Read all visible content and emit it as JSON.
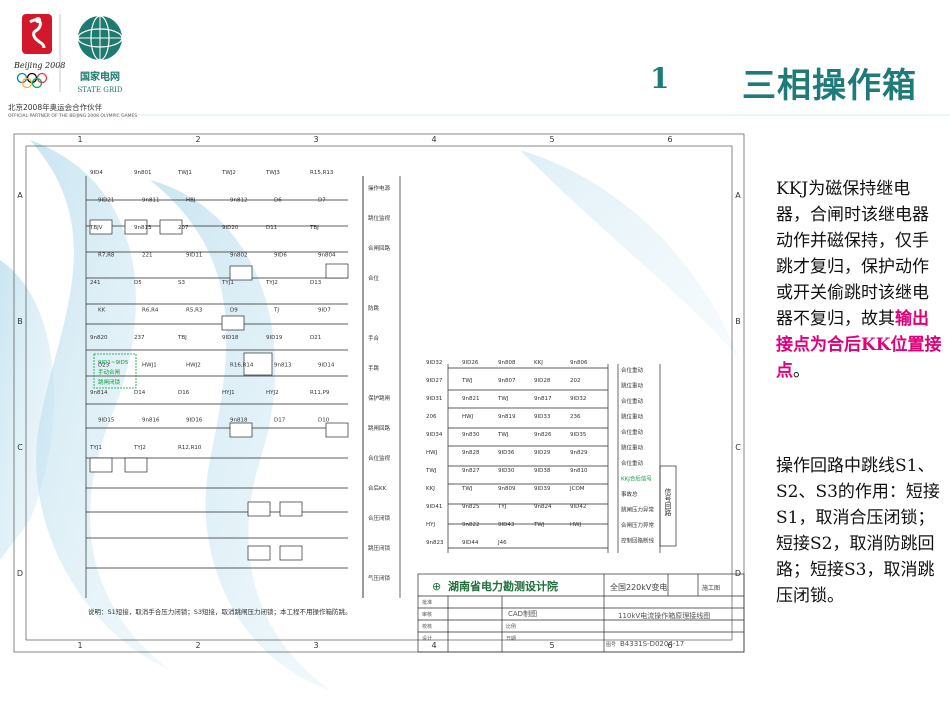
{
  "logo": {
    "beijing_text": "Beijing 2008",
    "grid_cn": "国家电网",
    "grid_en": "STATE GRID",
    "partner_cn": "北京2008年奥运会合作伙伴",
    "partner_en": "OFFICIAL PARTNER OF THE BEIJING 2008 OLYMPIC GAMES"
  },
  "title": {
    "number": "1",
    "text": "三相操作箱"
  },
  "colors": {
    "title": "#1f7a7a",
    "highlight": "#e0007a",
    "grid_blue": "#2b7fbf"
  },
  "paragraph1": {
    "part1": "KKJ为磁保持继电器，合闸时该继电器动作并磁保持，仅手跳才复归，保护动作或开关偷跳时该继电器不复归，故其",
    "highlight": "输出接点为合后KK位置接点",
    "end": "。"
  },
  "paragraph2": "操作回路中跳线S1、S2、S3的作用：短接S1，取消合压闭锁；短接S2，取消防跳回路；短接S3，取消跳压闭锁。",
  "diagram": {
    "col_numbers": [
      "1",
      "2",
      "3",
      "4",
      "5",
      "6"
    ],
    "row_letters": [
      "A",
      "B",
      "C",
      "D"
    ],
    "left_labels": [
      "9ID4",
      "9n801",
      "TWJ1",
      "TWJ2",
      "TWJ3",
      "R15,R13",
      "9ID21",
      "9n811",
      "HBJ",
      "9n812",
      "D6",
      "D7",
      "TBJV",
      "9n813",
      "207",
      "9ID20",
      "D11",
      "TBJ",
      "R7,R8",
      "221",
      "9ID11",
      "9n802",
      "9ID6",
      "9n804",
      "241",
      "D5",
      "S3",
      "TYJ1",
      "TYJ2",
      "D13",
      "KK",
      "R6,R4",
      "R5,R3",
      "D9",
      "TJ",
      "9ID7",
      "9n820",
      "237",
      "TBJ",
      "9ID18",
      "9ID19",
      "D21",
      "D23",
      "HWJ1",
      "HWJ2",
      "R16,R14",
      "9n813",
      "9ID14",
      "9n814",
      "D14",
      "D16",
      "HYJ1",
      "HYJ2",
      "R11,P9",
      "9ID15",
      "9n816",
      "9ID16",
      "9n818",
      "D17",
      "D10",
      "TYJ1",
      "TYJ2",
      "R12,R10"
    ],
    "green_box": [
      "9ID1~9ID5",
      "手动合闸",
      "跳闸闭锁"
    ],
    "func_labels": [
      "操作电源",
      "跳位监视",
      "合闸回路",
      "合位",
      "防跳",
      "手合",
      "手跳",
      "保护跳闸",
      "跳闸回路",
      "合位监视",
      "合后KK",
      "合压闭锁",
      "跳压闭锁",
      "气压闭锁"
    ],
    "mid_labels": [
      "9ID32",
      "9ID26",
      "9n808",
      "KKJ",
      "9n806",
      "9ID27",
      "TWJ",
      "9n807",
      "9ID28",
      "202",
      "9ID31",
      "9n821",
      "TWJ",
      "9n817",
      "9ID32",
      "206",
      "HWJ",
      "9n819",
      "9ID33",
      "236",
      "9ID34",
      "9n830",
      "TWJ",
      "9n826",
      "9ID35",
      "HWJ",
      "9n828",
      "9ID36",
      "9ID29",
      "9n829",
      "TWJ",
      "9n827",
      "9ID30",
      "9ID38",
      "9n810",
      "KKJ",
      "TWJ",
      "9n809",
      "9ID39",
      "JCOM",
      "9ID41",
      "9n825",
      "TYJ",
      "9n824",
      "9ID42",
      "HYJ",
      "9n822",
      "9ID43",
      "TWJ",
      "HWJ",
      "9n823",
      "9ID44",
      "J46"
    ],
    "right_labels": [
      "合位重动",
      "跳位重动",
      "合位重动",
      "跳位重动",
      "合位重动",
      "跳位重动",
      "合位重动",
      "KKJ合后信号",
      "事故总",
      "跳闸压力异常",
      "合闸压力异常",
      "控制回路断线"
    ],
    "vert_label": "信号回路",
    "note": "说明：S1短接，取消手合压力闭锁；S3短接，取消跳闸压力闭锁；本工程不用操作箱防跳。",
    "institute": "湖南省电力勘测设计院",
    "project": "全国220kV变电",
    "stage": "施工图",
    "drawing_name": "110kV电流操作箱原理接线图",
    "drawing_no": "B4331S-D0204-17",
    "cad": "CAD制图",
    "tb_row_labels": [
      "批准",
      "审核",
      "校核",
      "设计"
    ],
    "tb_date": "日期",
    "tb_scale": "比例",
    "tb_no": "图号"
  }
}
